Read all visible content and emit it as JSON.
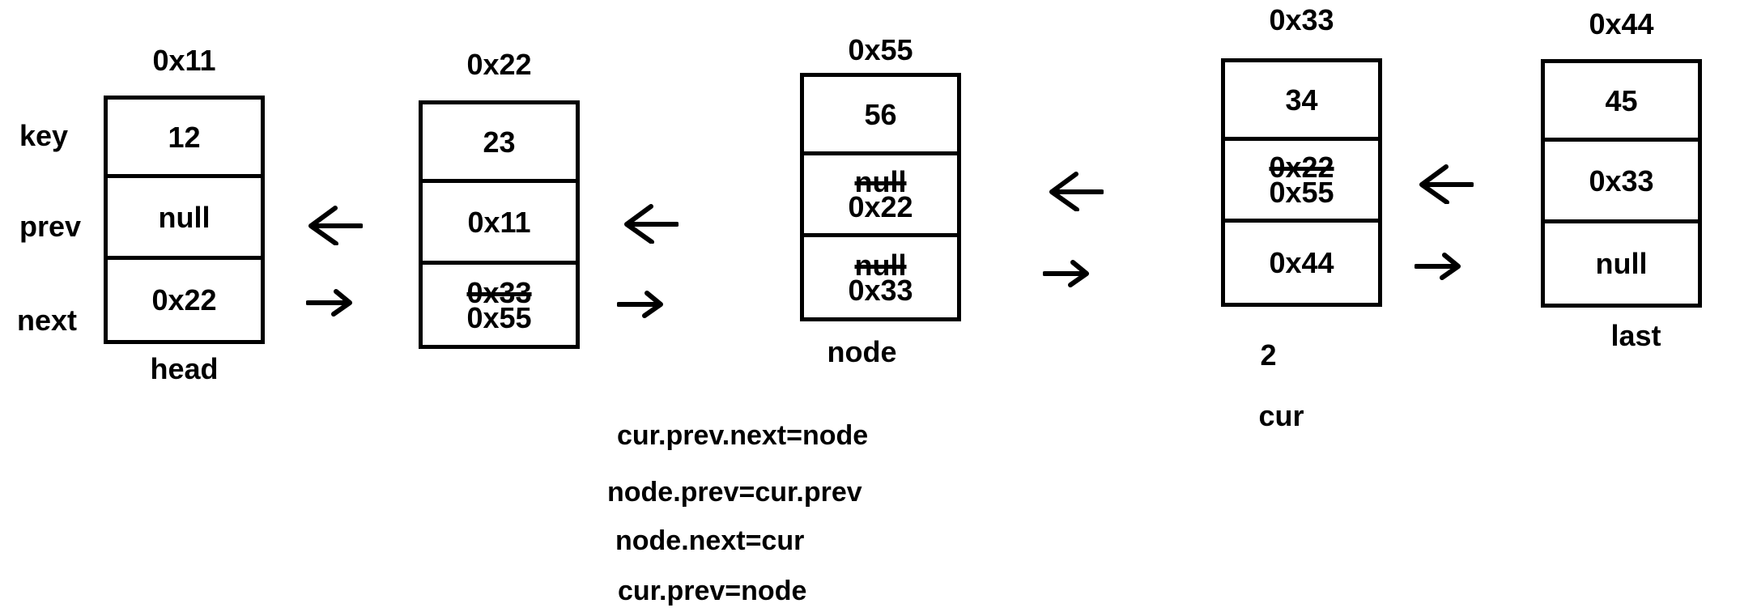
{
  "row_labels": {
    "key": "key",
    "prev": "prev",
    "next": "next"
  },
  "nodes": [
    {
      "address": "0x11",
      "label": "head",
      "label2": "",
      "key": "12",
      "prev": "null",
      "prev_old": "",
      "next": "0x22",
      "next_old": ""
    },
    {
      "address": "0x22",
      "label": "",
      "label2": "",
      "key": "23",
      "prev": "0x11",
      "prev_old": "",
      "next": "0x55",
      "next_old": "0x33"
    },
    {
      "address": "0x55",
      "label": "node",
      "label2": "",
      "key": "56",
      "prev": "0x22",
      "prev_old": "null",
      "next": "0x33",
      "next_old": "null"
    },
    {
      "address": "0x33",
      "label": "2",
      "label2": "cur",
      "key": "34",
      "prev": "0x55",
      "prev_old": "0x22",
      "next": "0x44",
      "next_old": ""
    },
    {
      "address": "0x44",
      "label": "last",
      "label2": "",
      "key": "45",
      "prev": "0x33",
      "prev_old": "",
      "next": "null",
      "next_old": ""
    }
  ],
  "code_lines": [
    "cur.prev.next=node",
    "node.prev=cur.prev",
    "node.next=cur",
    "cur.prev=node"
  ],
  "icons": {
    "arrow_left": "←",
    "arrow_right": "→"
  },
  "colors": {
    "ink": "#000000",
    "background": "#ffffff"
  }
}
